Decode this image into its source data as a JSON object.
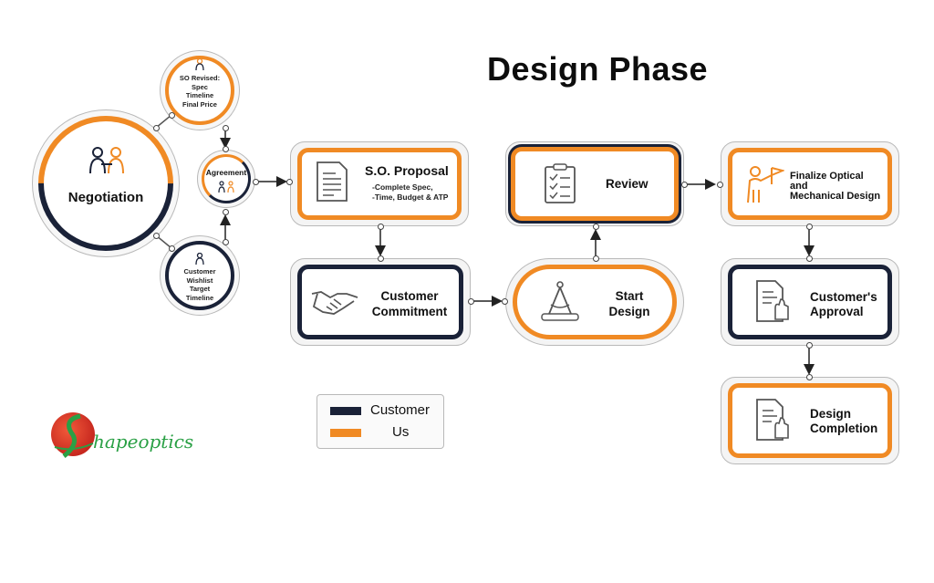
{
  "title": "Design Phase",
  "nodes": {
    "negotiation": "Negotiation",
    "so_revised": {
      "line1": "SO Revised:",
      "line2": "Spec",
      "line3": "Timeline",
      "line4": "Final Price"
    },
    "agreement": "Agreement",
    "customer_wishlist": {
      "line1": "Customer",
      "line2": "Wishlist",
      "line3": "Target",
      "line4": "Timeline"
    },
    "so_proposal": {
      "title": "S.O. Proposal",
      "sub1": "-Complete Spec,",
      "sub2": "-Time, Budget & ATP"
    },
    "customer_commitment": {
      "line1": "Customer",
      "line2": "Commitment"
    },
    "start_design": {
      "line1": "Start",
      "line2": "Design"
    },
    "review": "Review",
    "finalize": {
      "line1": "Finalize Optical",
      "line2": "and",
      "line3": "Mechanical Design"
    },
    "customers_approval": {
      "line1": "Customer's",
      "line2": "Approval"
    },
    "design_completion": {
      "line1": "Design",
      "line2": "Completion"
    }
  },
  "legend": {
    "items": [
      {
        "label": "Customer",
        "color": "#1a2238"
      },
      {
        "label": "Us",
        "color": "#f08a24"
      }
    ]
  },
  "logo": {
    "text": "hapeoptics"
  },
  "colors": {
    "customer": "#1a2238",
    "us": "#f08a24"
  },
  "icons": [
    "people-icon",
    "person-icon",
    "handshake-people-icon",
    "document-icon",
    "handshake-icon",
    "compass-icon",
    "clipboard-checklist-icon",
    "person-flag-icon",
    "approval-document-icon"
  ]
}
